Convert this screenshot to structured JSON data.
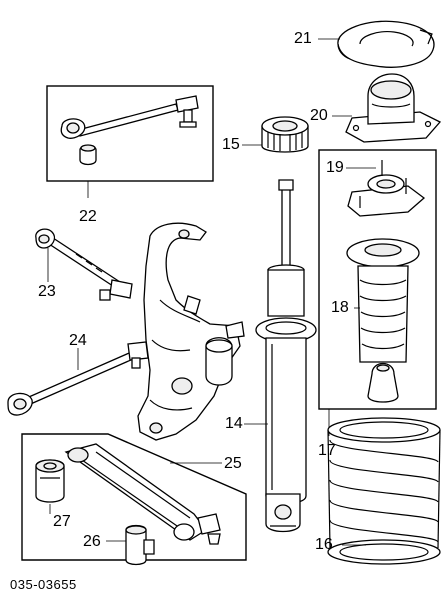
{
  "diagram_id": "035-03655",
  "labels": {
    "p14": "14",
    "p15": "15",
    "p16": "16",
    "p17": "17",
    "p18": "18",
    "p19": "19",
    "p20": "20",
    "p21": "21",
    "p22": "22",
    "p23": "23",
    "p24": "24",
    "p25": "25",
    "p26": "26",
    "p27": "27"
  }
}
